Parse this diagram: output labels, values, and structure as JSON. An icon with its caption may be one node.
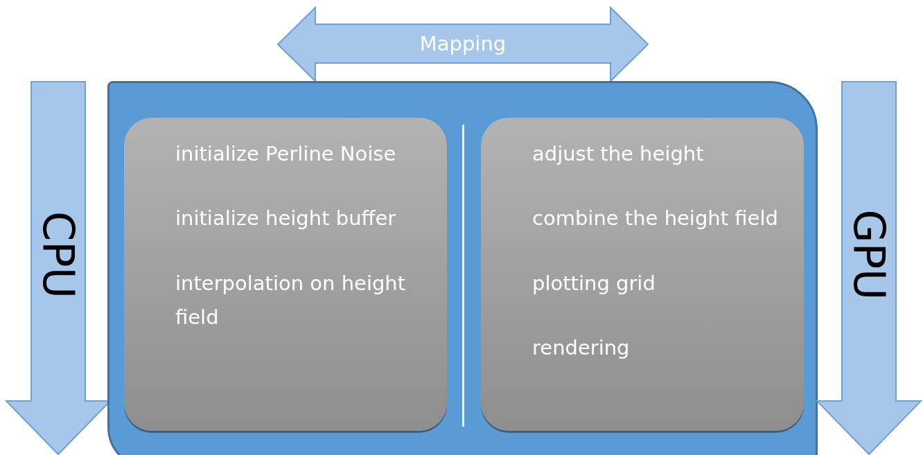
{
  "diagram": {
    "nodes": [
      {
        "text": [
          "Mapping"
        ]
      },
      {
        "text": [
          "CPU"
        ]
      },
      {
        "text": [],
        "shape": "box"
      },
      {
        "text": [
          "initialize Perline Noise",
          "initialize height buffer",
          "interpolation on height field"
        ],
        "in": 2
      },
      {
        "text": [
          "adjust the height",
          "combine the height field",
          "plotting grid",
          "rendering"
        ],
        "in": 2
      },
      {
        "text": [
          "GPU"
        ]
      }
    ]
  }
}
